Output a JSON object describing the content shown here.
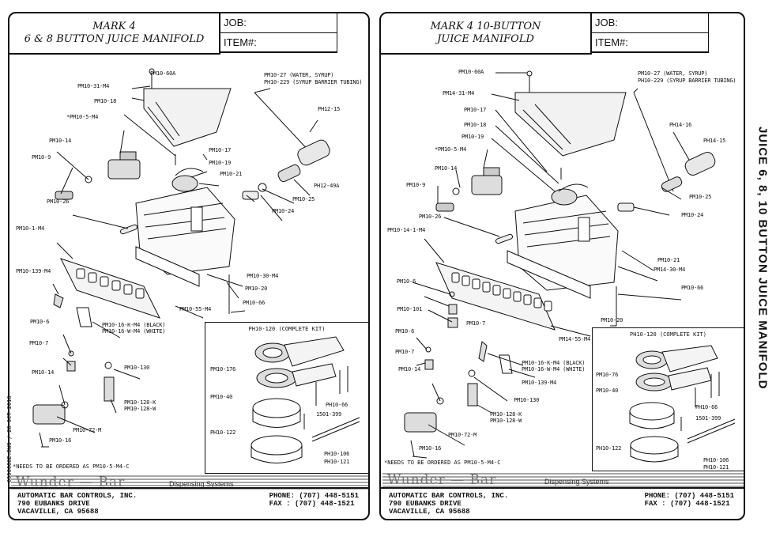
{
  "left_sheet": {
    "title_line1": "MARK 4",
    "title_line2": "6 & 8 BUTTON JUICE MANIFOLD",
    "job_label": "JOB:",
    "item_label": "ITEM#:",
    "parts": {
      "pm10_60a": "PM10-60A",
      "pm10_31_m4": "PM10-31-M4",
      "pm10_18": "PM10-18",
      "pm10_5_m4": "*PM10-5-M4",
      "pm10_14": "PM10-14",
      "pm10_9": "PM10-9",
      "pm10_26": "PM10-26",
      "pm10_1_m4": "PM10-1-M4",
      "pm10_139_m4": "PM10-139-M4",
      "pm10_6": "PM10-6",
      "pm10_7": "PM10-7",
      "pm10_14b": "PM10-14",
      "pm10_72_m": "PM10-72-M",
      "pm10_16": "PM10-16",
      "pm10_27": "PM10-27 (WATER, SYRUP)",
      "pm10_229": "PH10-229 (SYRUP BARRIER TUBING)",
      "ph12_15": "PH12-15",
      "pm10_17": "PM10-17",
      "pm10_19": "PM10-19",
      "pm10_21": "PM10-21",
      "ph12_49a": "PH12-49A",
      "pm10_25": "PM10-25",
      "pm10_24": "PM10-24",
      "pm10_30_m4": "PM10-30-M4",
      "pm10_20": "PM10-20",
      "pm10_66": "PM10-66",
      "pm10_55_m4": "PM10-55-M4",
      "pm10_16_k": "PM10-16-K-M4 (BLACK)",
      "pm10_16_w": "PM10-16-W-M4 (WHITE)",
      "pm10_130": "PM10-130",
      "pm10_128_k": "PM10-128-K",
      "pm10_128_w": "PM10-128-W"
    },
    "kit": {
      "title": "PH10-120 (COMPLETE KIT)",
      "pm10_176": "PM10-176",
      "pm10_40": "PM10-40",
      "ph10_66": "PH10-66",
      "p1501_399": "1501-399",
      "ph10_122": "PH10-122",
      "ph10_106": "PH10-106",
      "ph10_121": "PH10-121"
    },
    "note": "*NEEDS TO BE ORDERED AS PM10-5-M4-C"
  },
  "right_sheet": {
    "title_line1": "MARK 4 10-BUTTON",
    "title_line2": "JUICE MANIFOLD",
    "job_label": "JOB:",
    "item_label": "ITEM#:",
    "parts": {
      "pm10_60a": "PM10-60A",
      "pm14_31_m4": "PM14-31-M4",
      "pm10_17": "PM10-17",
      "pm10_18": "PM10-18",
      "pm10_19": "PM10-19",
      "pm10_5_m4": "*PM10-5-M4",
      "pm10_14": "PM10-14",
      "pm10_9": "PM10-9",
      "pm10_26": "PM10-26",
      "pm10_14_1_m4": "PM10-14-1-M4",
      "pm10_6": "PM10-6",
      "pm10_101": "PM10-101",
      "pm10_7": "PM10-7",
      "pm10_6b": "PM10-6",
      "pm10_7b": "PM10-7",
      "pm10_14b": "PM10-14",
      "pm10_72_m": "PM10-72-M",
      "pm10_16": "PM10-16",
      "pm10_27": "PM10-27 (WATER, SYRUP)",
      "ph10_229": "PH10-229 (SYRUP BARRIER TUBING)",
      "ph14_16": "PH14-16",
      "ph14_15": "PH14-15",
      "pm10_25": "PM10-25",
      "pm10_24": "PM10-24",
      "pm10_21": "PM10-21",
      "pm14_30_m4": "PM14-30-M4",
      "pm10_66": "PM10-66",
      "pm10_20": "PM10-20",
      "pm14_55_m4": "PM14-55-M4",
      "pm10_16_k": "PM10-16-K-M4 (BLACK)",
      "pm10_16_w": "PM10-16-W-M4 (WHITE)",
      "pm10_139_m4": "PM10-139-M4",
      "pm10_130": "PM10-130",
      "pm10_128_k": "PM10-128-K",
      "pm10_128_w": "PM10-128-W"
    },
    "kit": {
      "title": "PH10-120 (COMPLETE KIT)",
      "pm10_76": "PM10-76",
      "pm10_40": "PM10-40",
      "ph10_66": "PH10-66",
      "p1501_399": "1501-399",
      "ph10_122": "PH10-122",
      "ph10_106": "PH10-106",
      "ph10_121": "PH10-121"
    },
    "note": "*NEEDS TO BE ORDERED AS PM10-5-M4-C"
  },
  "brand": {
    "logo_text": "Wunder — Bar",
    "subtitle": "Dispensing Systems"
  },
  "footer": {
    "company": "AUTOMATIC BAR CONTROLS, INC.",
    "street": "790 EUBANKS DRIVE",
    "city": "VACAVILLE, CA 95688",
    "phone": "PHONE: (707) 448-5151",
    "fax": "FAX  : (707) 448-1521"
  },
  "side_title": "JUICE 6, 8, 10 BUTTON JUICE MANIFOLD",
  "side_stamp": "0550086E.DWG / 28 OCT 2016"
}
